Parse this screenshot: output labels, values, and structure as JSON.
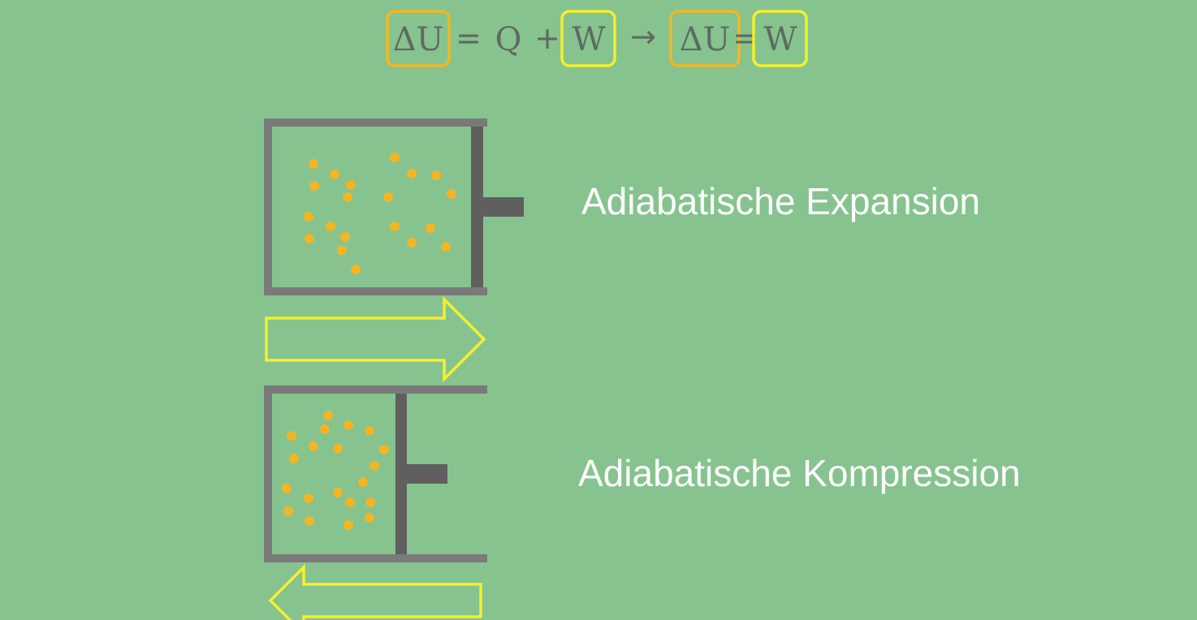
{
  "formula": {
    "lhs_delta_u": "ΔU",
    "equals_1": "=",
    "q": "Q",
    "plus": "+",
    "w_1": "W",
    "arrow": "→",
    "rhs_delta_u": "ΔU",
    "equals_2": "=",
    "w_2": "W"
  },
  "processes": [
    {
      "label": "Adiabatische Expansion",
      "arrow_direction": "right"
    },
    {
      "label": "Adiabatische Kompression",
      "arrow_direction": "left"
    }
  ],
  "colors": {
    "background": "#86c38f",
    "cylinder_wall": "#7a7a7a",
    "piston": "#5f5f5f",
    "particle": "#f4b524",
    "arrow_outline": "#f5f02c",
    "highlight_orange": "#f2b722",
    "highlight_yellow": "#f4f02a",
    "formula_text": "#5e6a61",
    "label_text": "#ffffff"
  }
}
